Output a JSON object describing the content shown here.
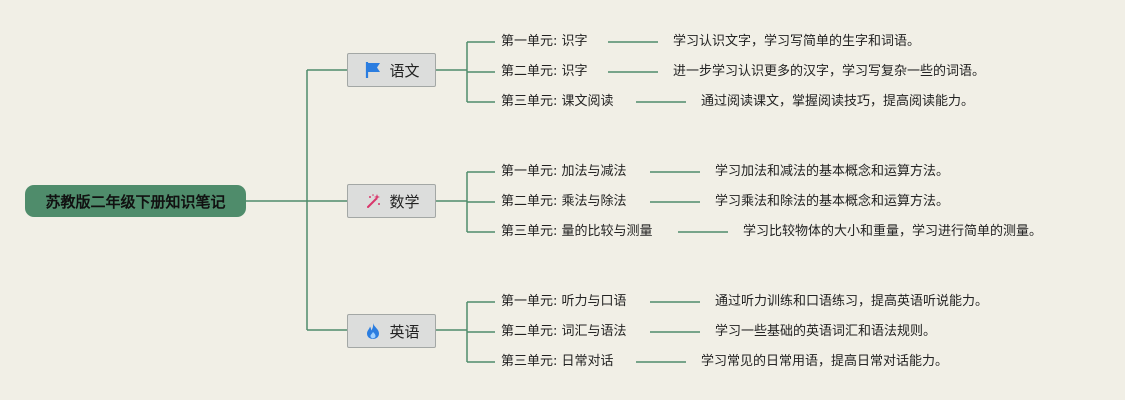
{
  "root": {
    "title": "苏教版二年级下册知识笔记"
  },
  "subjects": [
    {
      "name": "语文",
      "icon": "flag-icon",
      "icon_color": "#2b7de0",
      "units": [
        {
          "label": "第一单元: 识字",
          "desc": "学习认识文字，学习写简单的生字和词语。"
        },
        {
          "label": "第二单元: 识字",
          "desc": "进一步学习认识更多的汉字，学习写复杂一些的词语。"
        },
        {
          "label": "第三单元: 课文阅读",
          "desc": "通过阅读课文，掌握阅读技巧，提高阅读能力。"
        }
      ]
    },
    {
      "name": "数学",
      "icon": "magic-wand-icon",
      "icon_color": "#d9366b",
      "units": [
        {
          "label": "第一单元: 加法与减法",
          "desc": "学习加法和减法的基本概念和运算方法。"
        },
        {
          "label": "第二单元: 乘法与除法",
          "desc": "学习乘法和除法的基本概念和运算方法。"
        },
        {
          "label": "第三单元: 量的比较与测量",
          "desc": "学习比较物体的大小和重量，学习进行简单的测量。"
        }
      ]
    },
    {
      "name": "英语",
      "icon": "flame-icon",
      "icon_color": "#2b7de0",
      "units": [
        {
          "label": "第一单元: 听力与口语",
          "desc": "通过听力训练和口语练习，提高英语听说能力。"
        },
        {
          "label": "第二单元: 词汇与语法",
          "desc": "学习一些基础的英语词汇和语法规则。"
        },
        {
          "label": "第三单元: 日常对话",
          "desc": "学习常见的日常用语，提高日常对话能力。"
        }
      ]
    }
  ],
  "colors": {
    "line": "#4f8c6b",
    "root_bg": "#4f8c6b",
    "background": "#f1efe6"
  }
}
